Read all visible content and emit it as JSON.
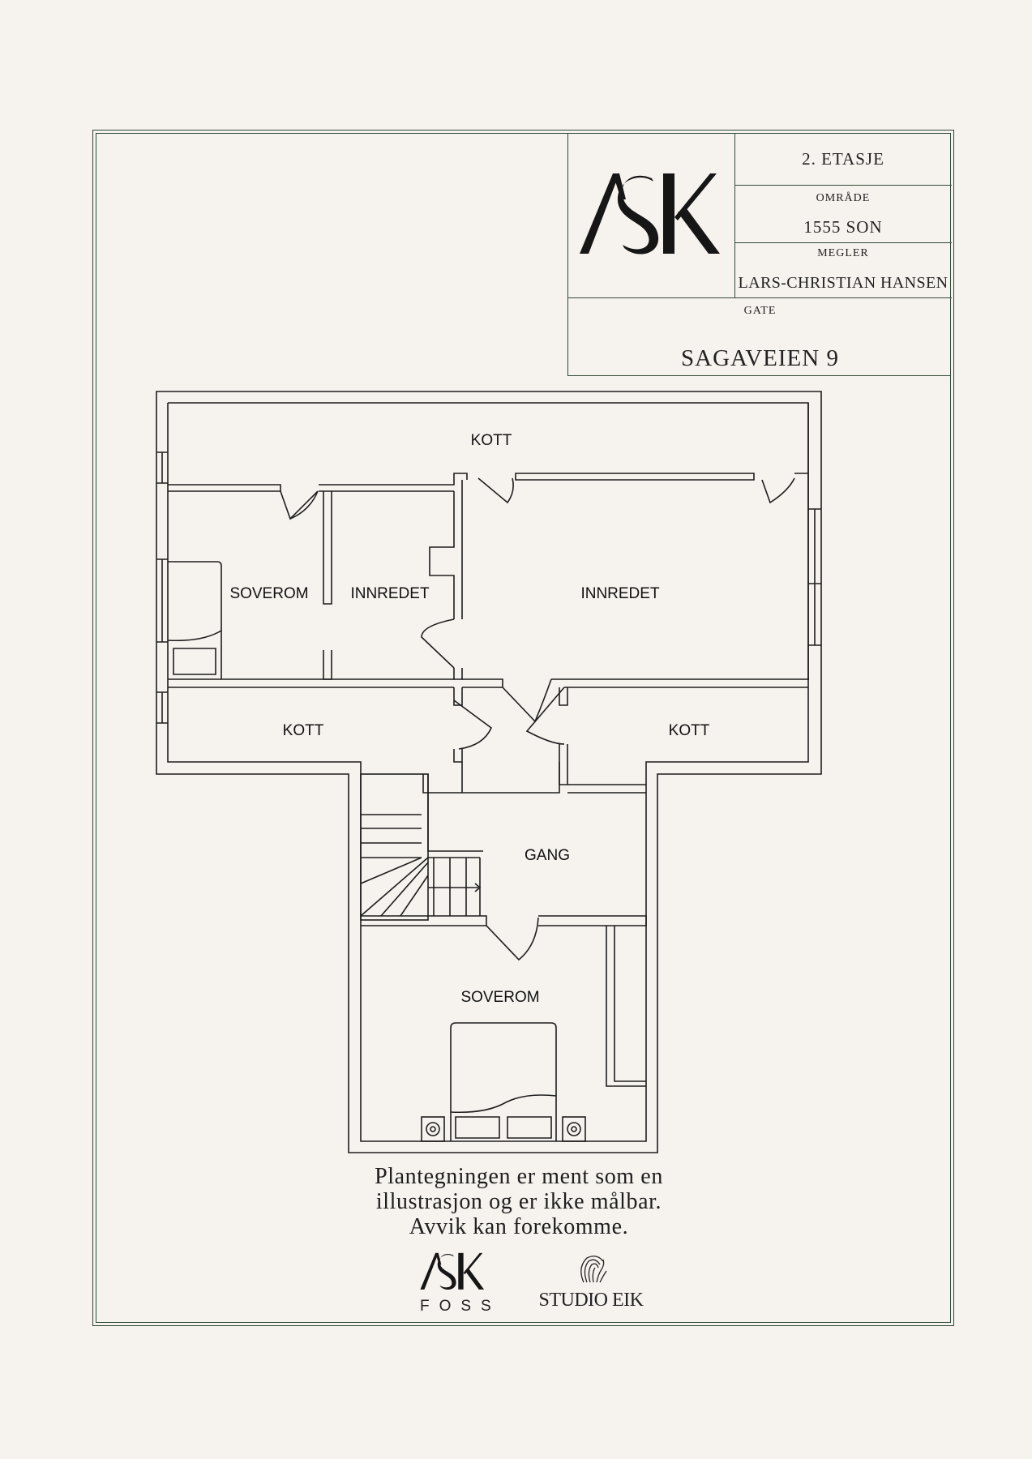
{
  "title_block": {
    "floor": "2. ETASJE",
    "area_label": "OMRÅDE",
    "area_value": "1555 SON",
    "broker_label": "MEGLER",
    "broker_value": "LARS-CHRISTIAN HANSEN",
    "street_label": "GATE",
    "street_value": "SAGAVEIEN 9"
  },
  "logo_top": {
    "text": "ASK"
  },
  "rooms": {
    "kott_top": "KOTT",
    "soverom_left": "SOVEROM",
    "innredet_small": "INNREDET",
    "innredet_large": "INNREDET",
    "kott_left": "KOTT",
    "kott_right": "KOTT",
    "gang": "GANG",
    "soverom_bottom": "SOVEROM"
  },
  "disclaimer": {
    "line1": "Plantegningen er ment som en",
    "line2": "illustrasjon og er ikke målbar.",
    "line3": "Avvik kan forekomme."
  },
  "footer": {
    "ask_logo": "ASK",
    "ask_sub": "FOSS",
    "studio_logo": "STUDIO EIK"
  },
  "colors": {
    "background": "#f6f2ee",
    "frame": "#2f4a36",
    "ink": "#1e1e1e"
  }
}
